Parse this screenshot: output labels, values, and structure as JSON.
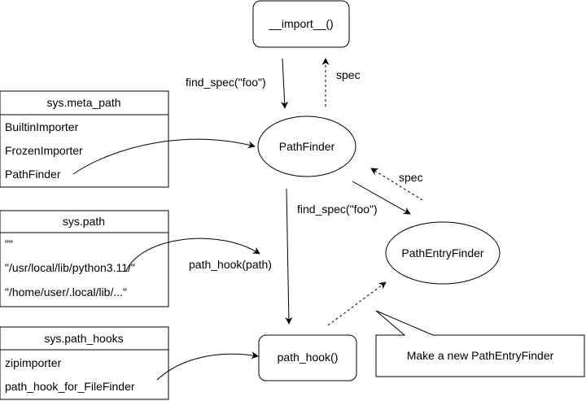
{
  "nodes": {
    "import_call": "__import__()",
    "path_finder": "PathFinder",
    "path_entry_finder": "PathEntryFinder",
    "path_hook_call": "path_hook()"
  },
  "tables": {
    "meta_path": {
      "header": "sys.meta_path",
      "rows": [
        "BuiltinImporter",
        "FrozenImporter",
        "PathFinder"
      ]
    },
    "sys_path": {
      "header": "sys.path",
      "rows": [
        "\"\"",
        "\"/usr/local/lib/python3.11/\"",
        "\"/home/user/.local/lib/...\""
      ]
    },
    "path_hooks": {
      "header": "sys.path_hooks",
      "rows": [
        "zipimporter",
        "path_hook_for_FileFinder"
      ]
    }
  },
  "edges": {
    "find_spec_1": "find_spec(\"foo\")",
    "spec_1": "spec",
    "spec_2": "spec",
    "find_spec_2": "find_spec(\"foo\")",
    "path_hook_path": "path_hook(path)"
  },
  "callout": "Make a new PathEntryFinder"
}
